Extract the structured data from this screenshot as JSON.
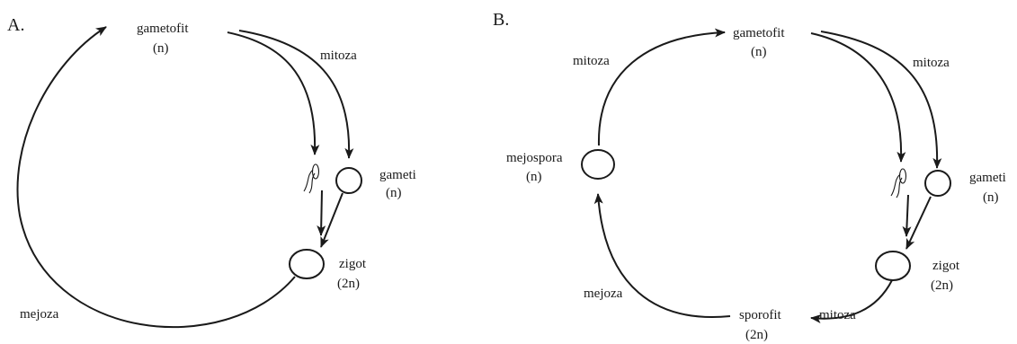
{
  "panels": [
    {
      "label": "A.",
      "gametophyte": {
        "name": "gametofit",
        "ploidy": "(n)"
      },
      "mitosis": "mitoza",
      "gametes": {
        "name": "gameti",
        "ploidy": "(n)"
      },
      "zygote": {
        "name": "zigot",
        "ploidy": "(2n)"
      },
      "meiosis": "mejoza"
    },
    {
      "label": "B.",
      "gametophyte": {
        "name": "gametofit",
        "ploidy": "(n)"
      },
      "mitosis_spore": "mitoza",
      "mitosis_gametes": "mitoza",
      "meiospore": {
        "name": "mejospora",
        "ploidy": "(n)"
      },
      "gametes": {
        "name": "gameti",
        "ploidy": "(n)"
      },
      "zygote": {
        "name": "zigot",
        "ploidy": "(2n)"
      },
      "mitosis_sporophyte": "mitoza",
      "sporophyte": {
        "name": "sporofit",
        "ploidy": "(2n)"
      },
      "meiosis": "mejoza"
    }
  ],
  "colors": {
    "ink": "#1a1a1a",
    "background": "#ffffff"
  }
}
